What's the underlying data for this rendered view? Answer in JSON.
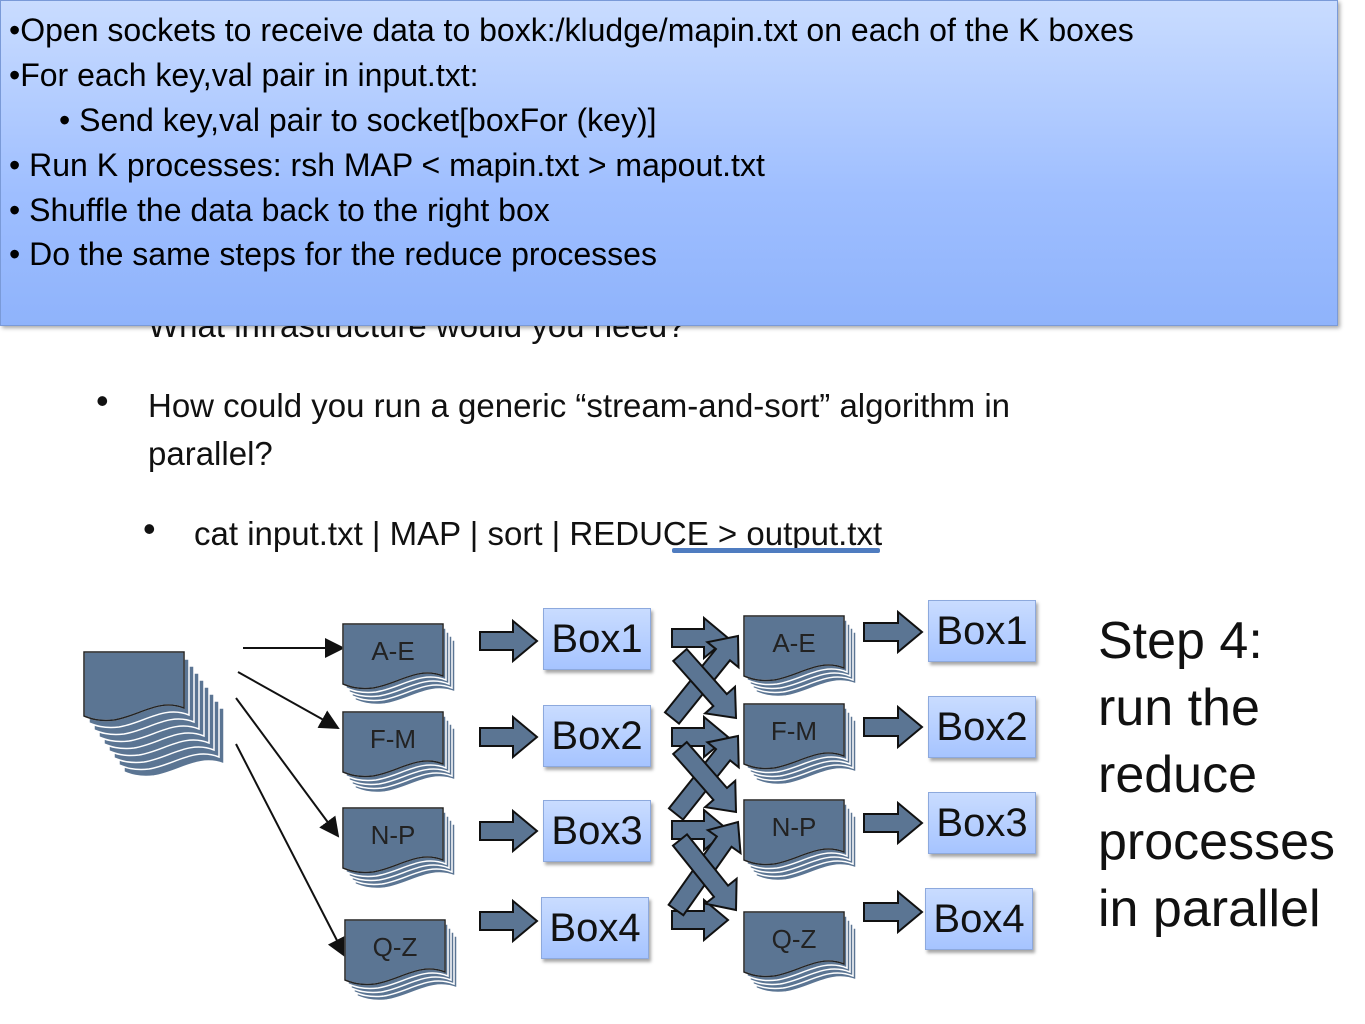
{
  "callout": {
    "lines": [
      "•Open sockets to receive data to boxk:/kludge/mapin.txt on each of the K boxes",
      "•For each key,val pair in input.txt:",
      "• Send key,val pair to socket[boxFor (key)]",
      "• Run K processes: rsh MAP < mapin.txt > mapout.txt",
      "• Shuffle the data back to the right box",
      "• Do the same steps for the reduce processes"
    ]
  },
  "slide": {
    "partial_line": "What infrastructure would you need?",
    "bullet2_line1": "How could you run a generic “stream-and-sort” algorithm in",
    "bullet2_line2": "parallel?",
    "sub_bullet": "cat input.txt | MAP | sort | REDUCE > output.txt"
  },
  "diagram": {
    "left_shards": [
      "A-E",
      "F-M",
      "N-P",
      "Q-Z"
    ],
    "right_shards": [
      "A-E",
      "F-M",
      "N-P",
      "Q-Z"
    ],
    "map_boxes": [
      "Box1",
      "Box2",
      "Box3",
      "Box4"
    ],
    "reduce_boxes": [
      "Box1",
      "Box2",
      "Box3",
      "Box4"
    ]
  },
  "step": {
    "lines": [
      "Step 4:",
      "run the",
      "reduce",
      "processes",
      "in parallel"
    ]
  },
  "colors": {
    "doc_fill": "#5b7593",
    "callout_top": "#c9dcff",
    "callout_bottom": "#8fb3fb",
    "underline": "#4f7cc0"
  }
}
